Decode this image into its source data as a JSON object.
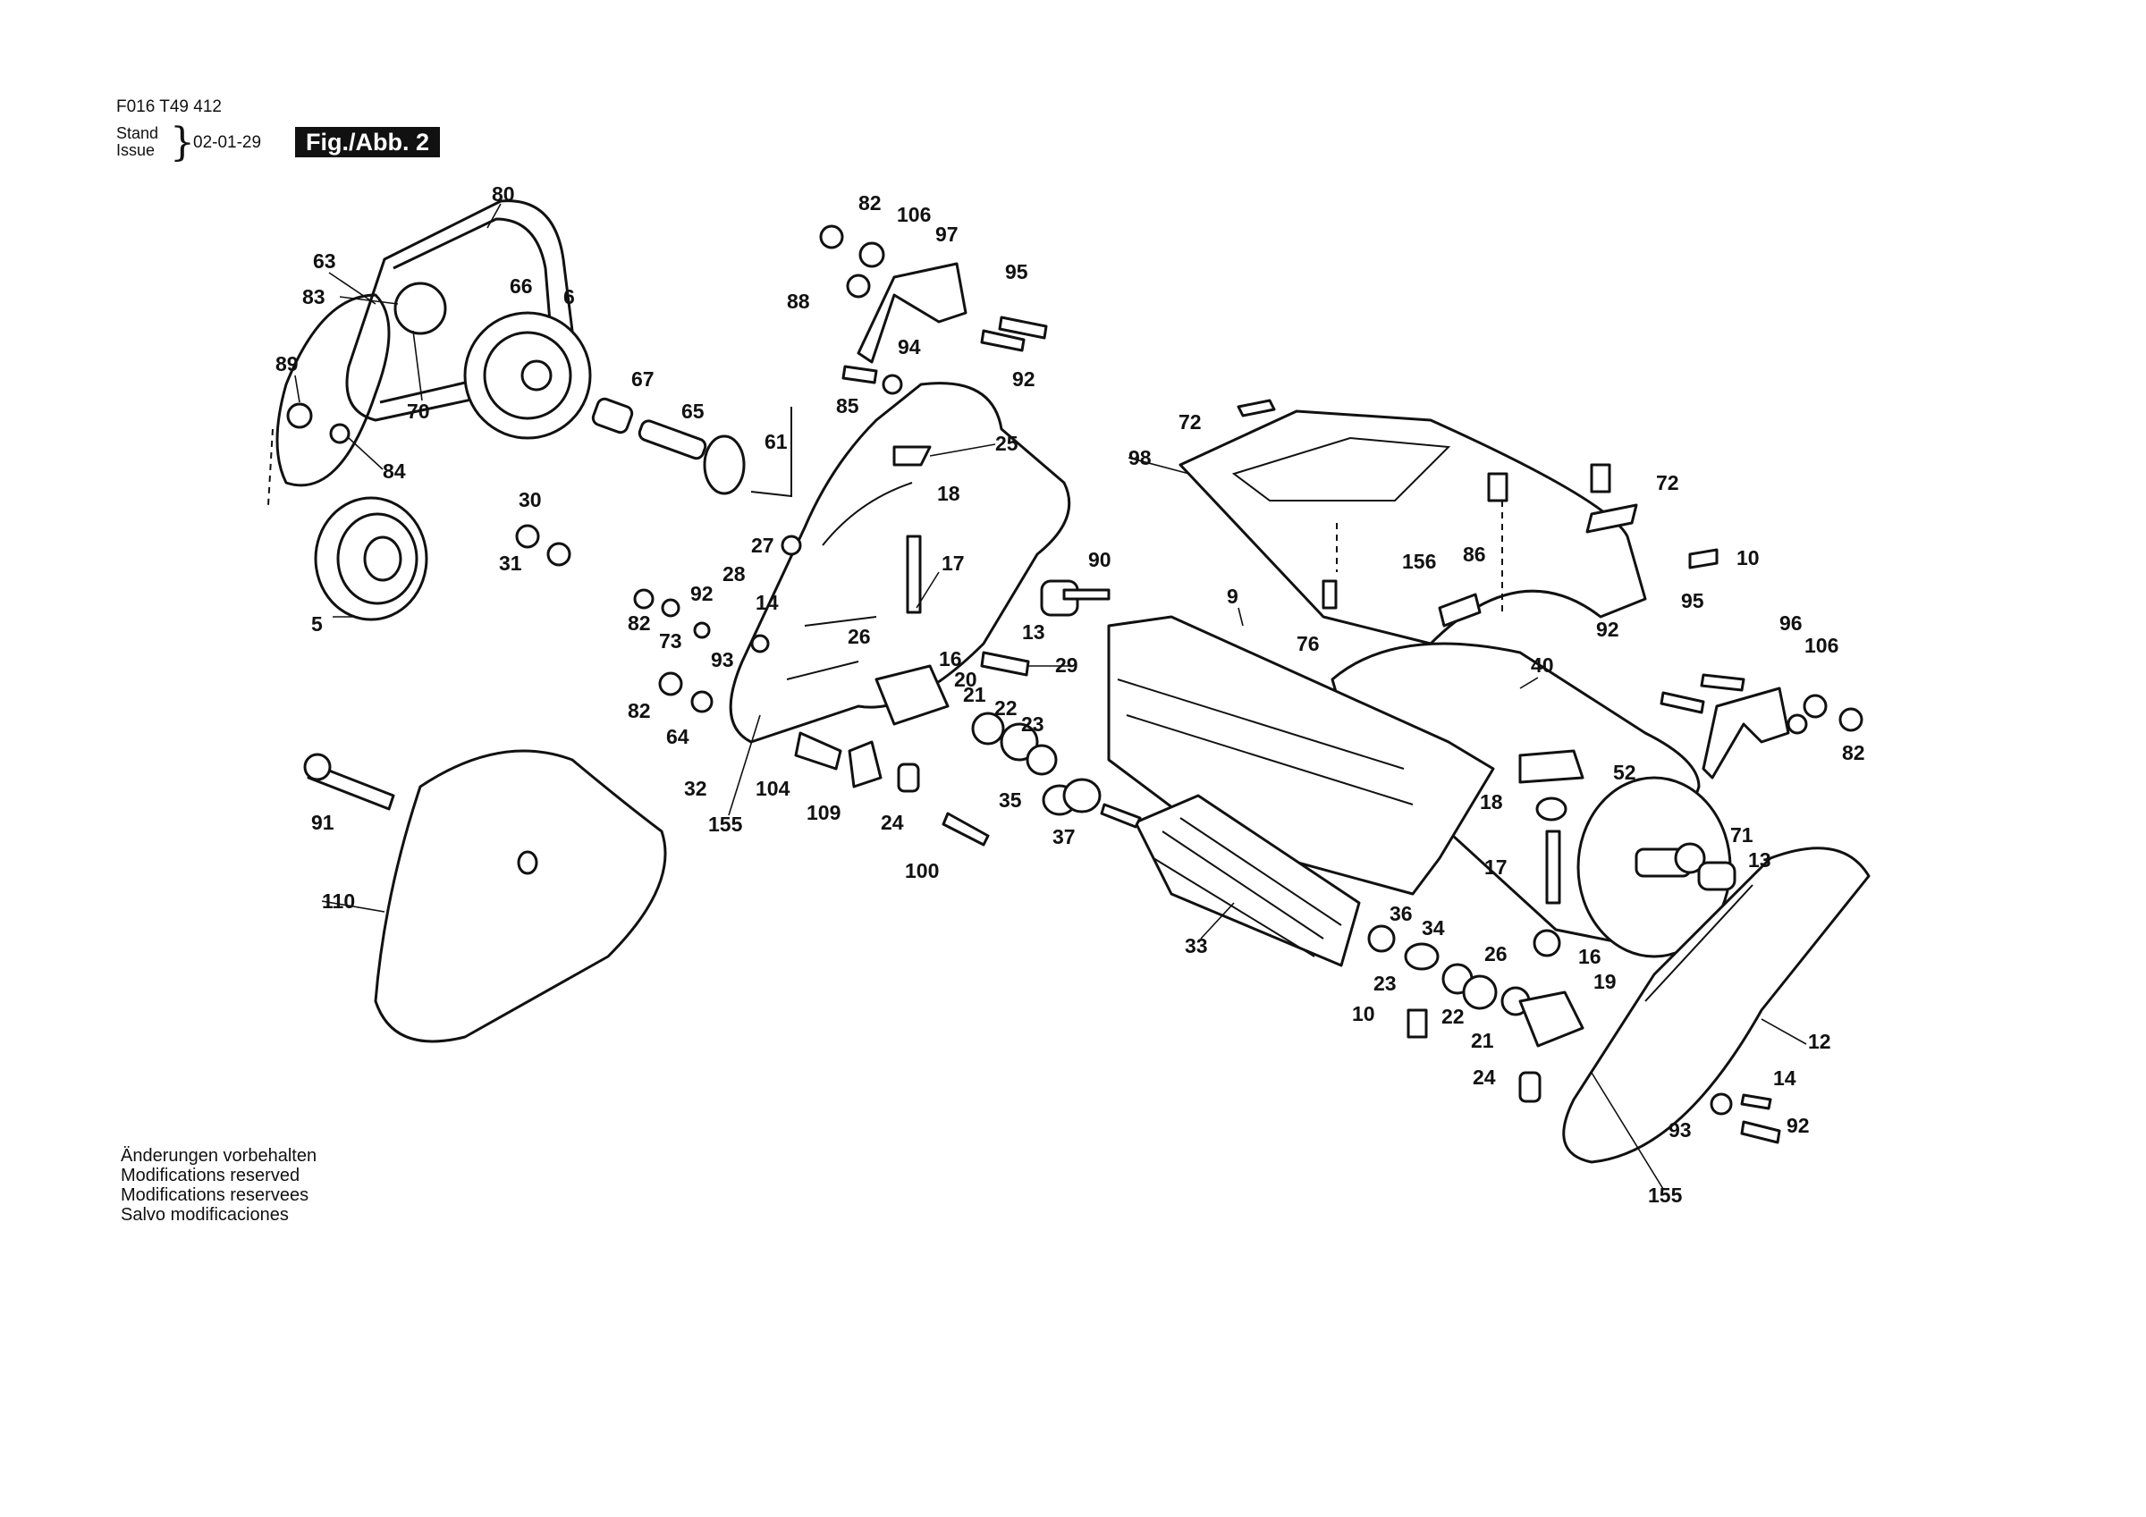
{
  "header": {
    "doc_id": "F016 T49 412",
    "stand_label": "Stand",
    "issue_label": "Issue",
    "date": "02-01-29",
    "figure_title": "Fig./Abb. 2"
  },
  "footer": {
    "notes": [
      "Änderungen vorbehalten",
      "Modifications reserved",
      "Modifications reservees",
      "Salvo modificaciones"
    ]
  },
  "part_numbers": {
    "p80": "80",
    "p63": "63",
    "p83": "83",
    "p66": "66",
    "p6": "6",
    "p89": "89",
    "p70": "70",
    "p84": "84",
    "p5": "5",
    "p67": "67",
    "p65": "65",
    "p61": "61",
    "p30": "30",
    "p31": "31",
    "p82a": "82",
    "p106a": "106",
    "p97": "97",
    "p88": "88",
    "p95a": "95",
    "p94": "94",
    "p92a": "92",
    "p85": "85",
    "p25": "25",
    "p18a": "18",
    "p17a": "17",
    "p28": "28",
    "p27": "27",
    "p14a": "14",
    "p92b": "92",
    "p82b": "82",
    "p73": "73",
    "p93a": "93",
    "p26a": "26",
    "p16a": "16",
    "p20": "20",
    "p82c": "82",
    "p64": "64",
    "p21a": "21",
    "p22a": "22",
    "p23a": "23",
    "p32": "32",
    "p104": "104",
    "p155a": "155",
    "p109": "109",
    "p24a": "24",
    "p35": "35",
    "p37": "37",
    "p100": "100",
    "p90": "90",
    "p13a": "13",
    "p29": "29",
    "p91": "91",
    "p110": "110",
    "p9": "9",
    "p33": "33",
    "p72a": "72",
    "p98": "98",
    "p86": "86",
    "p72b": "72",
    "p156": "156",
    "p76": "76",
    "p10a": "10",
    "p95b": "95",
    "p96": "96",
    "p92c": "92",
    "p106b": "106",
    "p40": "40",
    "p82d": "82",
    "p52": "52",
    "p18b": "18",
    "p71": "71",
    "p13b": "13",
    "p17b": "17",
    "p36": "36",
    "p34": "34",
    "p26b": "26",
    "p16b": "16",
    "p23b": "23",
    "p19": "19",
    "p10b": "10",
    "p22b": "22",
    "p21b": "21",
    "p12": "12",
    "p24b": "24",
    "p14b": "14",
    "p93b": "93",
    "p92d": "92",
    "p155b": "155"
  }
}
